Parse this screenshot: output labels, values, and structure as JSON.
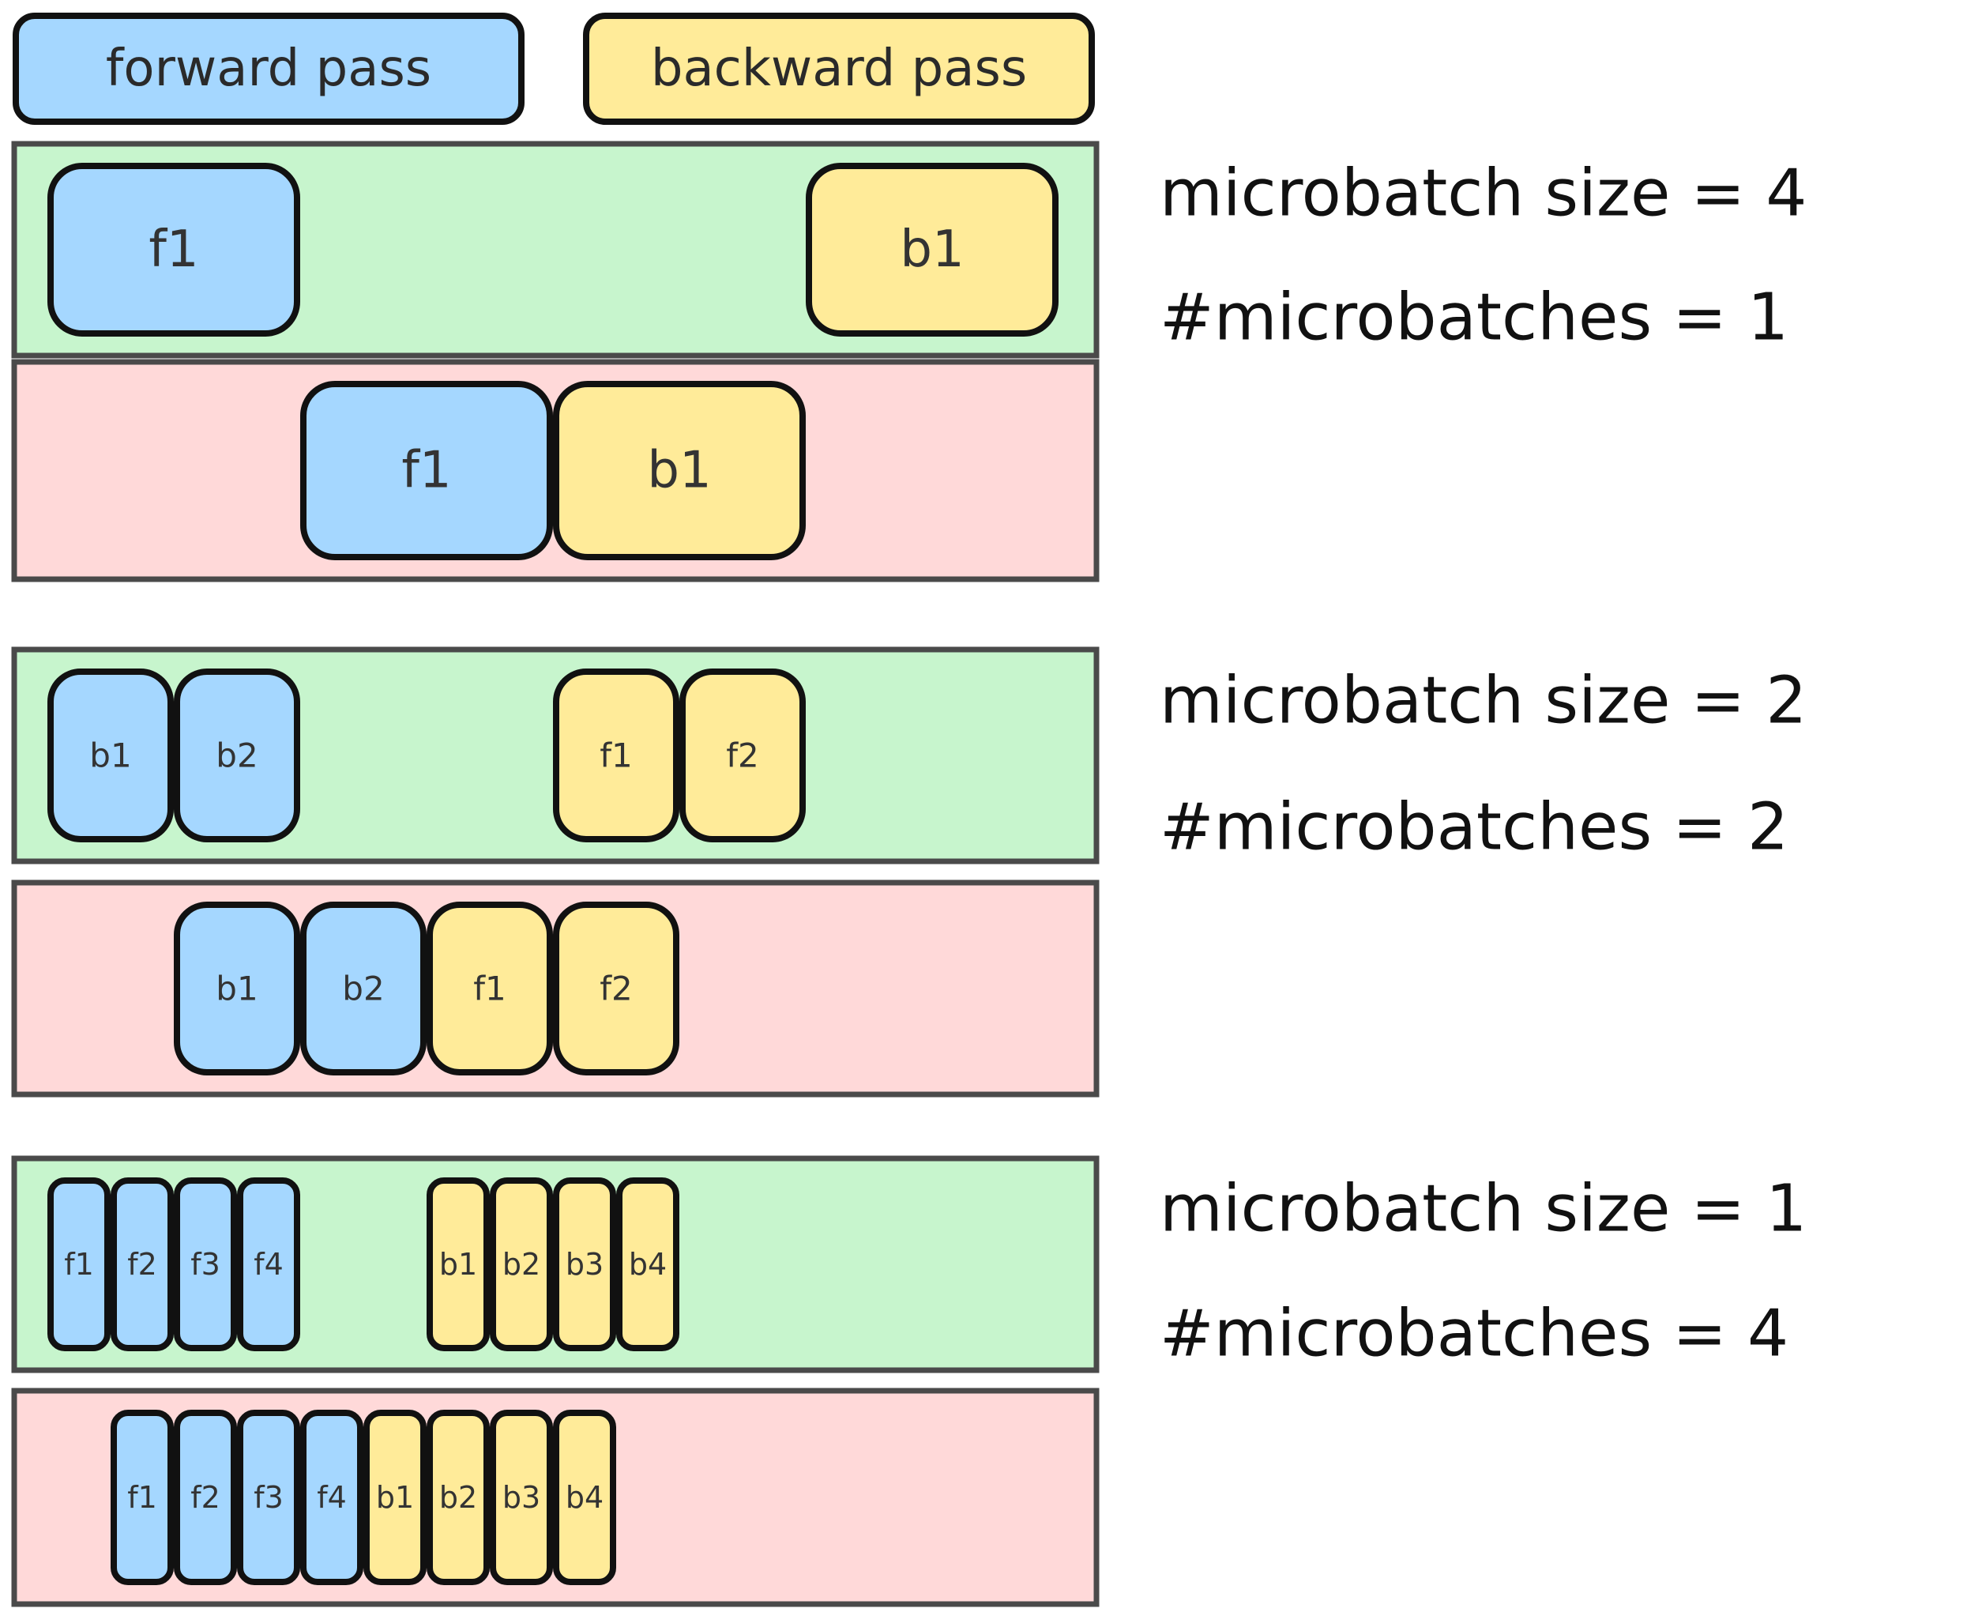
{
  "legend": {
    "forward_label": "forward pass",
    "backward_label": "backward pass"
  },
  "colors": {
    "forward": "#a5d7ff",
    "backward": "#ffeb99",
    "lane_top": "#c7f5cd",
    "lane_bottom": "#ffd9d9"
  },
  "scenarios": [
    {
      "size_text": "microbatch size = 4",
      "count_text": "#microbatches = 1",
      "lanes": [
        {
          "kind": "top",
          "blocks": [
            {
              "label": "f1",
              "type": "forward",
              "slot": 0
            },
            {
              "label": "b1",
              "type": "backward",
              "slot": 3
            }
          ]
        },
        {
          "kind": "bottom",
          "blocks": [
            {
              "label": "f1",
              "type": "forward",
              "slot": 1
            },
            {
              "label": "b1",
              "type": "backward",
              "slot": 2
            }
          ]
        }
      ]
    },
    {
      "size_text": "microbatch size = 2",
      "count_text": "#microbatches = 2",
      "lanes": [
        {
          "kind": "top",
          "blocks": [
            {
              "label": "b1",
              "type": "forward",
              "slot": 0
            },
            {
              "label": "b2",
              "type": "forward",
              "slot": 1
            },
            {
              "label": "f1",
              "type": "backward",
              "slot": 4
            },
            {
              "label": "f2",
              "type": "backward",
              "slot": 5
            }
          ]
        },
        {
          "kind": "bottom",
          "blocks": [
            {
              "label": "b1",
              "type": "forward",
              "slot": 1
            },
            {
              "label": "b2",
              "type": "forward",
              "slot": 2
            },
            {
              "label": "f1",
              "type": "backward",
              "slot": 3
            },
            {
              "label": "f2",
              "type": "backward",
              "slot": 4
            }
          ]
        }
      ]
    },
    {
      "size_text": "microbatch size = 1",
      "count_text": "#microbatches = 4",
      "lanes": [
        {
          "kind": "top",
          "blocks": [
            {
              "label": "f1",
              "type": "forward",
              "slot": 0
            },
            {
              "label": "f2",
              "type": "forward",
              "slot": 1
            },
            {
              "label": "f3",
              "type": "forward",
              "slot": 2
            },
            {
              "label": "f4",
              "type": "forward",
              "slot": 3
            },
            {
              "label": "b1",
              "type": "backward",
              "slot": 6
            },
            {
              "label": "b2",
              "type": "backward",
              "slot": 7
            },
            {
              "label": "b3",
              "type": "backward",
              "slot": 8
            },
            {
              "label": "b4",
              "type": "backward",
              "slot": 9
            }
          ]
        },
        {
          "kind": "bottom",
          "blocks": [
            {
              "label": "f1",
              "type": "forward",
              "slot": 1
            },
            {
              "label": "f2",
              "type": "forward",
              "slot": 2
            },
            {
              "label": "f3",
              "type": "forward",
              "slot": 3
            },
            {
              "label": "f4",
              "type": "forward",
              "slot": 4
            },
            {
              "label": "b1",
              "type": "backward",
              "slot": 5
            },
            {
              "label": "b2",
              "type": "backward",
              "slot": 6
            },
            {
              "label": "b3",
              "type": "backward",
              "slot": 7
            },
            {
              "label": "b4",
              "type": "backward",
              "slot": 8
            }
          ]
        }
      ]
    }
  ]
}
